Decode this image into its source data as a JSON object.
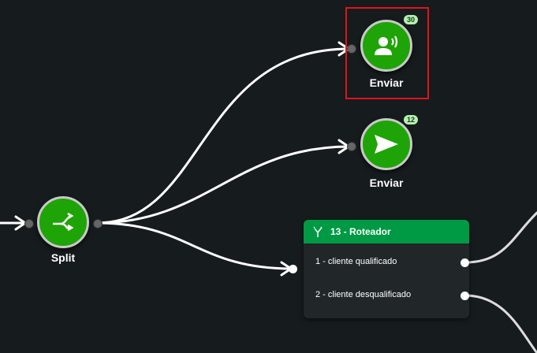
{
  "nodes": [
    {
      "label": "Enviar",
      "badge": "30",
      "icon": "person-speaking-icon",
      "selected": true
    },
    {
      "label": "Enviar",
      "badge": "12",
      "icon": "send-icon"
    },
    {
      "label": "Split",
      "icon": "split-icon"
    }
  ],
  "router": {
    "title": "13 - Roteador",
    "icon": "router-fork-icon",
    "color": "#009a44",
    "routes": [
      "1 - cliente qualificado",
      "2 - cliente desqualificado"
    ]
  },
  "colors": {
    "background": "#161b1e",
    "node": "#1ea406",
    "selection": "#e0141b"
  }
}
